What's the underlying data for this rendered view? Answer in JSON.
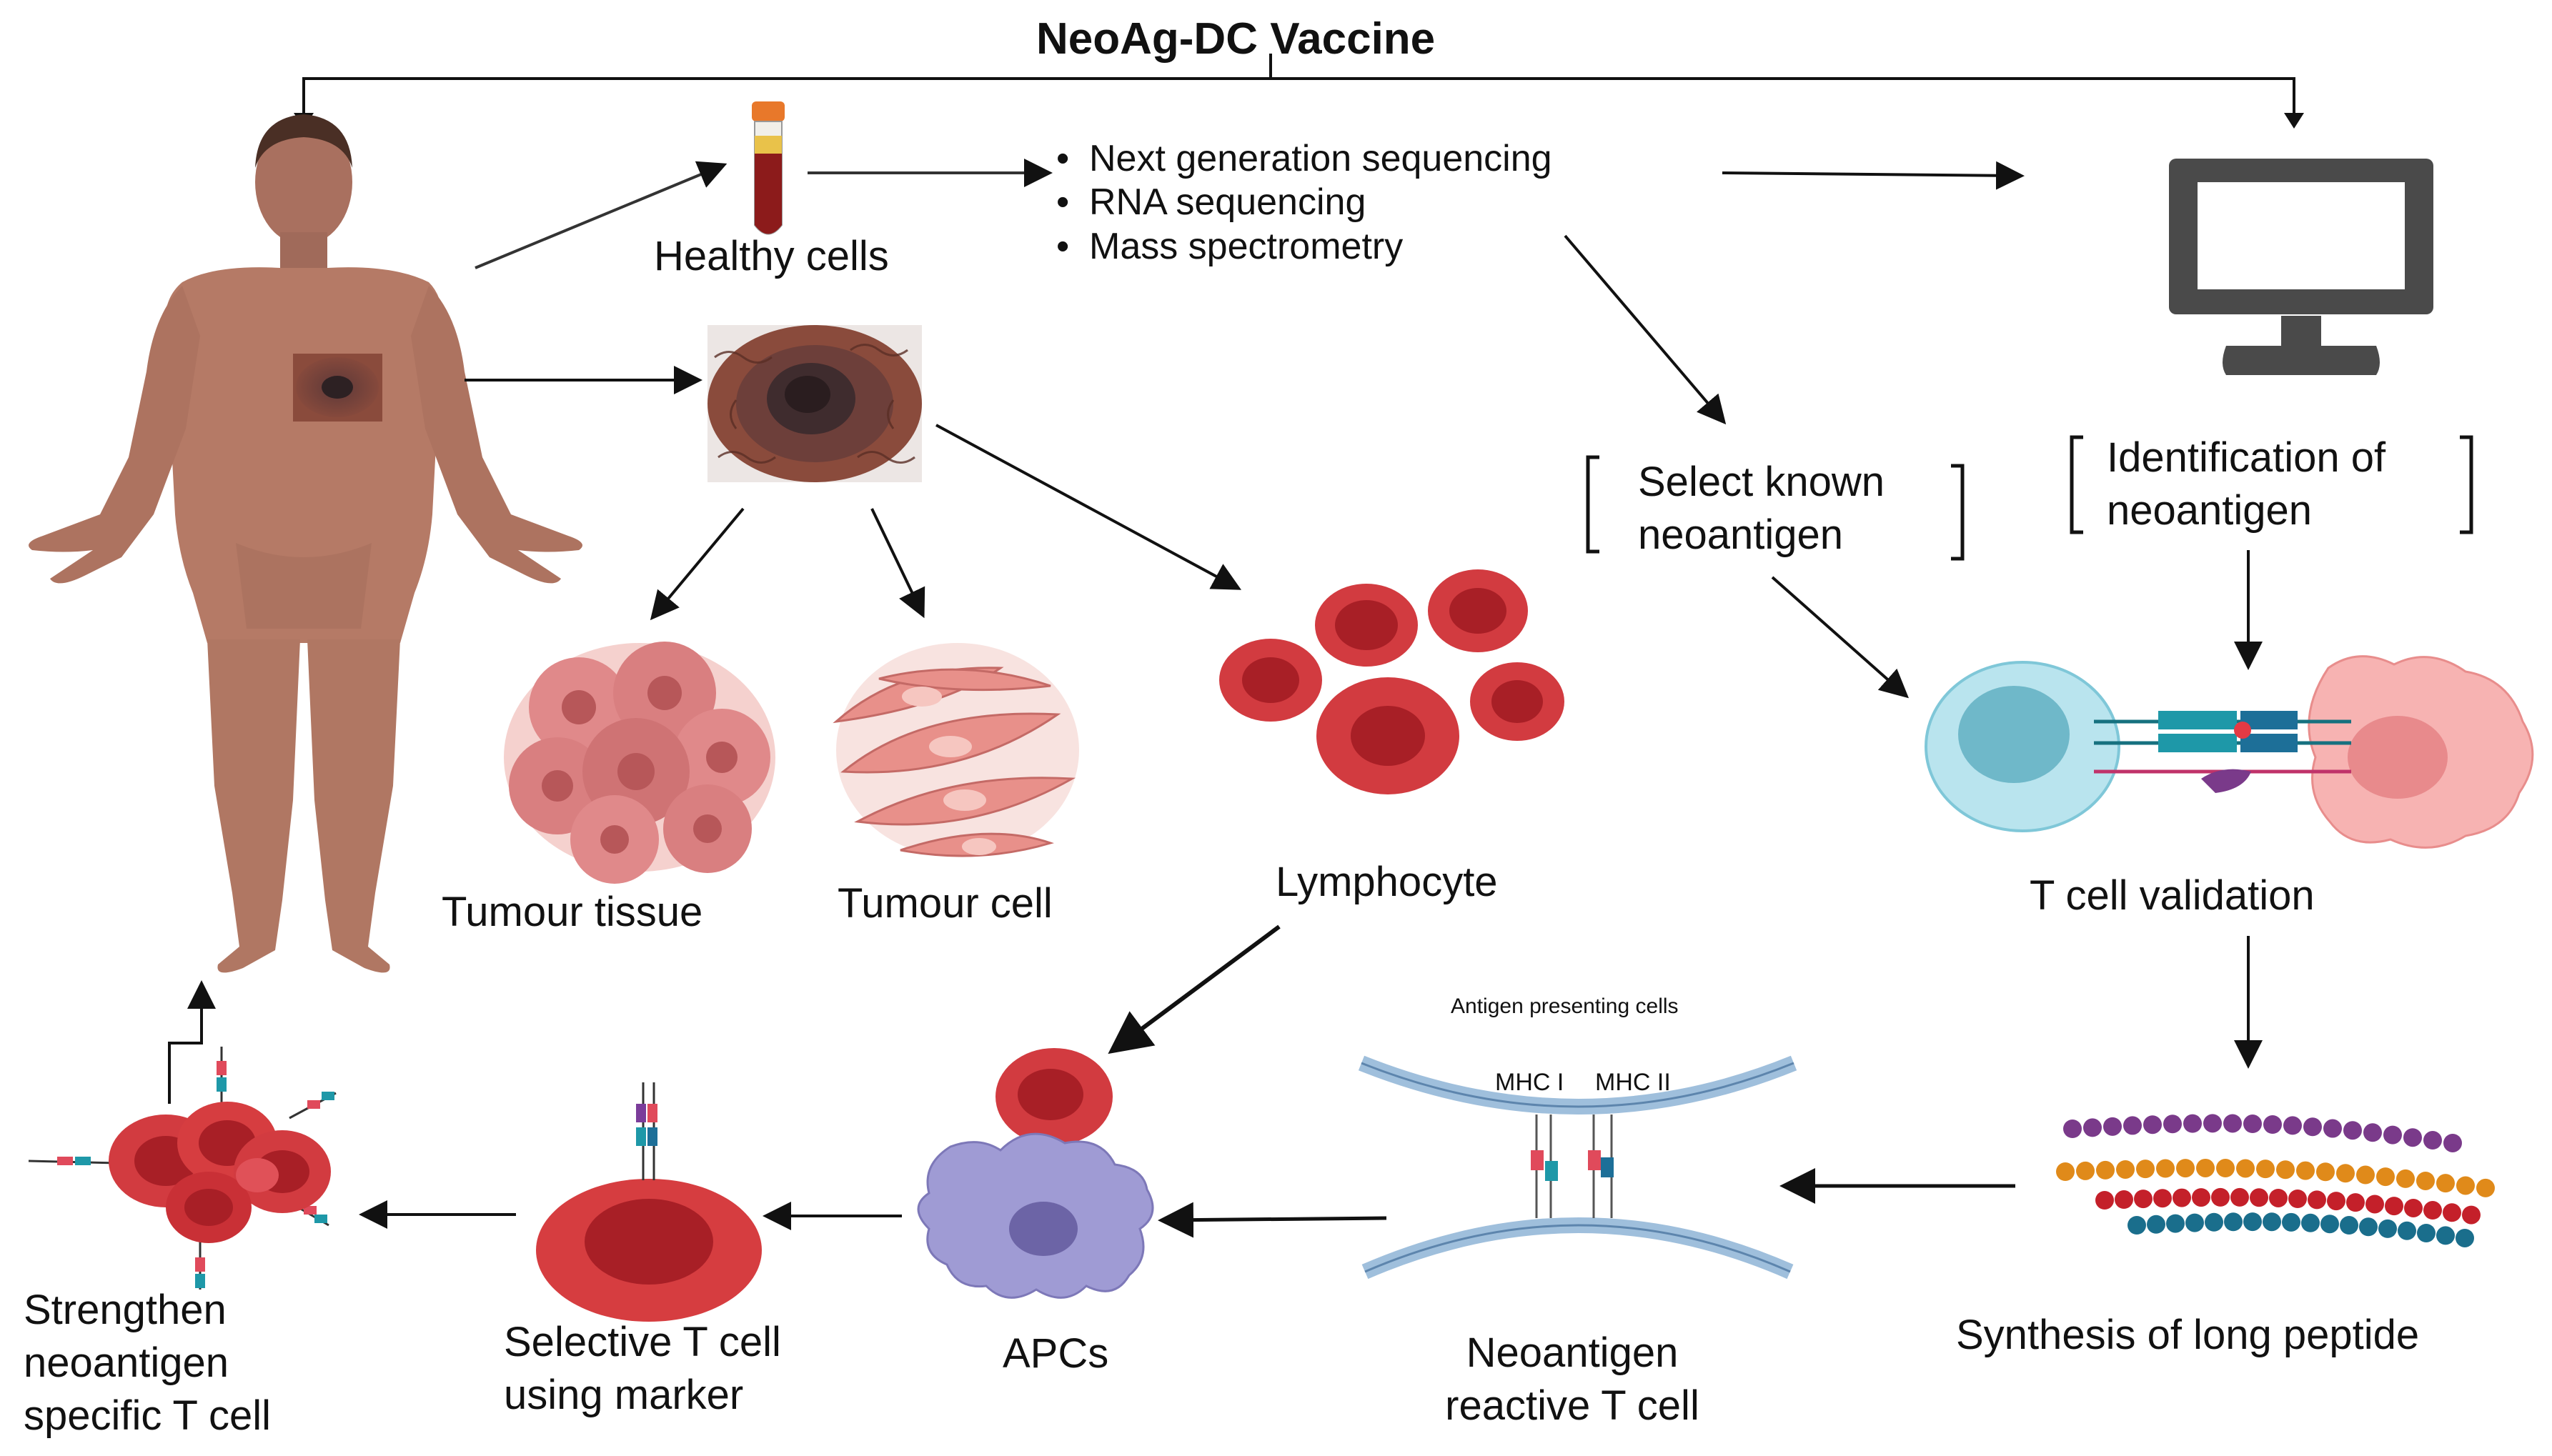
{
  "title": "NeoAg-DC Vaccine",
  "labels": {
    "healthy_cells": "Healthy cells",
    "tumour_tissue": "Tumour tissue",
    "tumour_cell": "Tumour cell",
    "lymphocyte": "Lymphocyte",
    "select_known_1": "Select known",
    "select_known_2": "neoantigen",
    "identification_1": "Identification of",
    "identification_2": "neoantigen",
    "t_cell_validation": "T cell validation",
    "synthesis": "Synthesis of long peptide",
    "antigen_presenting_cells": "Antigen presenting cells",
    "mhc1": "MHC I",
    "mhc2": "MHC II",
    "neoantigen_reactive_1": "Neoantigen",
    "neoantigen_reactive_2": "reactive T cell",
    "apcs": "APCs",
    "selective_1": "Selective T cell",
    "selective_2": "using marker",
    "strengthen_1": "Strengthen",
    "strengthen_2": "neoantigen",
    "strengthen_3": "specific T cell"
  },
  "sequencing_methods": [
    "Next generation sequencing",
    "RNA sequencing",
    "Mass spectrometry"
  ]
}
